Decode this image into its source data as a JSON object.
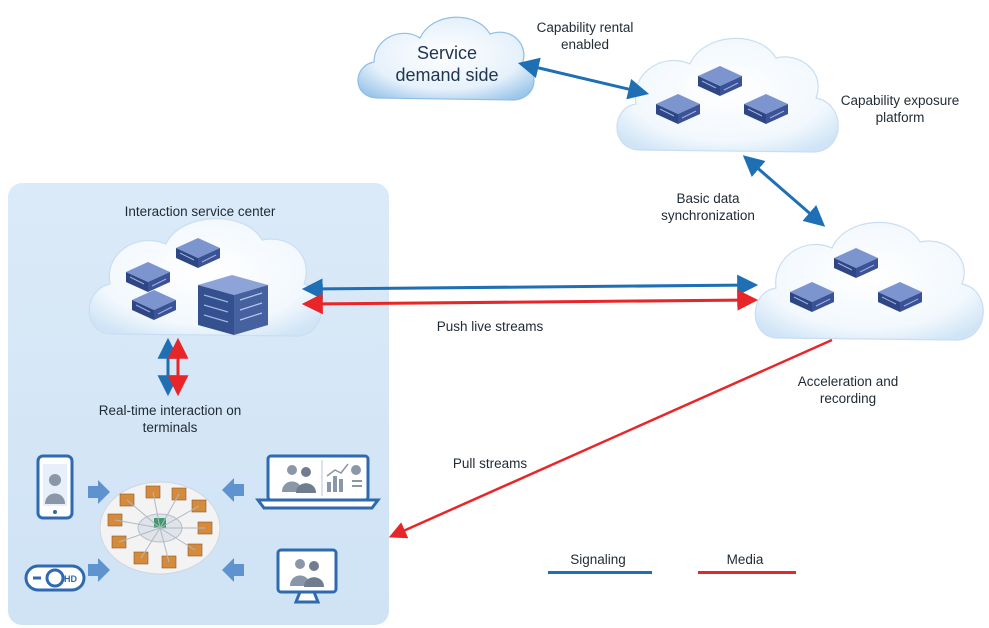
{
  "service_demand": {
    "line1": "Service",
    "line2": "demand side"
  },
  "capability_rental": {
    "line1": "Capability rental",
    "line2": "enabled"
  },
  "capability_exposure": {
    "line1": "Capability exposure",
    "line2": "platform"
  },
  "basic_sync": {
    "line1": "Basic data",
    "line2": "synchronization"
  },
  "interaction_center": {
    "title": "Interaction service center"
  },
  "push_streams": {
    "label": "Push live streams"
  },
  "acceleration": {
    "line1": "Acceleration and",
    "line2": "recording"
  },
  "realtime": {
    "line1": "Real-time interaction on",
    "line2": "terminals"
  },
  "pull_streams": {
    "label": "Pull streams"
  },
  "legend": {
    "signaling": {
      "label": "Signaling",
      "color": "#1f6fb5"
    },
    "media": {
      "label": "Media",
      "color": "#e8262a"
    }
  }
}
